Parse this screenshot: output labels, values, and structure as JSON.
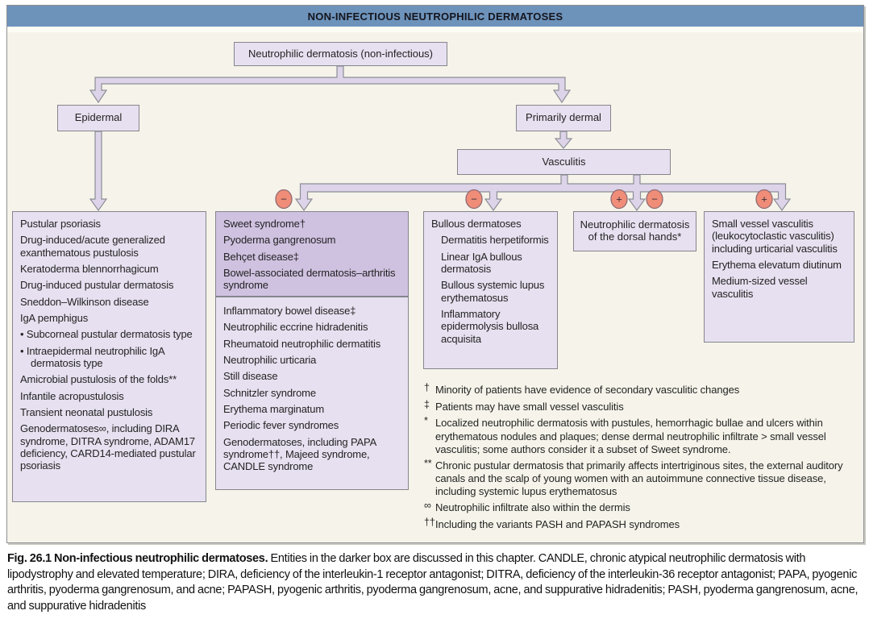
{
  "header": {
    "title": "NON-INFECTIOUS NEUTROPHILIC DERMATOSES"
  },
  "nodes": {
    "root": "Neutrophilic dermatosis (non-infectious)",
    "epidermal": "Epidermal",
    "primarily_dermal": "Primarily dermal",
    "vasculitis": "Vasculitis"
  },
  "badges": {
    "minus1": "−",
    "minus2": "−",
    "plus3": "+",
    "minus3": "−",
    "plus4": "+"
  },
  "boxes": {
    "epidermal_list": {
      "items": [
        "Pustular psoriasis",
        "Drug-induced/acute generalized exanthematous pustulosis",
        "Keratoderma blennorrhagicum",
        "Drug-induced pustular dermatosis",
        "Sneddon–Wilkinson disease",
        "IgA pemphigus",
        "•  Subcorneal pustular dermatosis type",
        "•  Intraepidermal neutrophilic IgA dermatosis type",
        "Amicrobial pustulosis of the folds**",
        "Infantile acropustulosis",
        "Transient neonatal pustulosis",
        "Genodermatoses∞, including DIRA syndrome, DITRA syndrome, ADAM17 deficiency, CARD14-mediated pustular psoriasis"
      ]
    },
    "dermal_discussed": {
      "items": [
        "Sweet syndrome†",
        "Pyoderma gangrenosum",
        "Behçet disease‡",
        "Bowel-associated dermatosis–arthritis syndrome"
      ]
    },
    "dermal_other": {
      "items": [
        "Inflammatory bowel disease‡",
        "Neutrophilic eccrine hidradenitis",
        "Rheumatoid neutrophilic dermatitis",
        "Neutrophilic urticaria",
        "Still disease",
        "Schnitzler syndrome",
        "Erythema marginatum",
        "Periodic fever syndromes",
        "Genodermatoses, including PAPA syndrome††, Majeed syndrome, CANDLE syndrome"
      ]
    },
    "bullous": {
      "title": "Bullous dermatoses",
      "items": [
        "Dermatitis herpetiformis",
        "Linear IgA bullous dermatosis",
        "Bullous systemic lupus erythematosus",
        "Inflammatory epidermolysis bullosa acquisita"
      ]
    },
    "dorsal_hands": {
      "label": "Neutrophilic dermatosis of the dorsal hands*"
    },
    "vessel": {
      "items": [
        "Small vessel vasculitis (leukocytoclastic vasculitis) including urticarial vasculitis",
        "Erythema elevatum diutinum",
        "Medium-sized vessel vasculitis"
      ]
    }
  },
  "footnotes": [
    {
      "marker": "†",
      "text": "Minority of patients have evidence of secondary vasculitic changes"
    },
    {
      "marker": "‡",
      "text": "Patients may have small vessel vasculitis"
    },
    {
      "marker": "*",
      "text": "Localized neutrophilic dermatosis with pustules, hemorrhagic bullae and ulcers within erythematous nodules and plaques; dense dermal neutrophilic infiltrate > small vessel vasculitis; some authors consider it a subset of Sweet syndrome."
    },
    {
      "marker": "**",
      "text": "Chronic pustular dermatosis that primarily affects intertriginous sites, the external auditory canals and the scalp of young women with an autoimmune connective tissue disease, including systemic lupus erythematosus"
    },
    {
      "marker": "∞",
      "text": "Neutrophilic infiltrate also within the dermis"
    },
    {
      "marker": "††",
      "text": "Including the variants PASH and PAPASH syndromes"
    }
  ],
  "caption": {
    "bold": "Fig. 26.1 Non-infectious neutrophilic dermatoses.",
    "text": " Entities in the darker box are discussed in this chapter. CANDLE, chronic atypical neutrophilic dermatosis with lipodystrophy and elevated temperature; DIRA, deficiency of the interleukin-1 receptor antagonist; DITRA, deficiency of the interleukin-36 receptor antagonist; PAPA, pyogenic arthritis, pyoderma gangrenosum, and acne; PAPASH, pyogenic arthritis, pyoderma gangrenosum, acne, and suppurative hidradenitis; PASH, pyoderma gangrenosum, acne, and suppurative hidradenitis"
  }
}
